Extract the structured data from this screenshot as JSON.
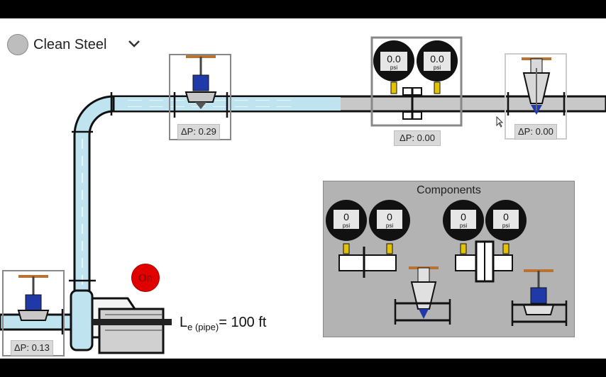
{
  "material": {
    "name": "Clean Steel",
    "color": "#bdbdbd"
  },
  "valves": [
    {
      "id": "top",
      "dp_label": "ΔP: 0.29"
    },
    {
      "id": "bottom-left",
      "dp_label": "ΔP: 0.13"
    },
    {
      "id": "right",
      "dp_label": "ΔP: 0.00"
    }
  ],
  "flowmeter": {
    "dp_label": "ΔP: 0.00",
    "gauge_left": {
      "value": "0.0",
      "unit": "psi"
    },
    "gauge_right": {
      "value": "0.0",
      "unit": "psi"
    }
  },
  "pump": {
    "button_label": "On",
    "button_color": "#e00000"
  },
  "pipe_length": {
    "symbol": "L",
    "subscript": "e (pipe)",
    "value": "= 100 ft"
  },
  "components": {
    "title": "Components",
    "orifice_meter": {
      "gauge_left": "0",
      "gauge_right": "0",
      "unit": "psi"
    },
    "flow_element": {
      "gauge_left": "0",
      "gauge_right": "0",
      "unit": "psi"
    }
  },
  "colors": {
    "water": "#bfe3ef",
    "pipe_gray": "#c8c8c8",
    "valve_blue": "#1f3aa8",
    "handle": "#b87333",
    "gauge_needle": "#e3c200"
  }
}
